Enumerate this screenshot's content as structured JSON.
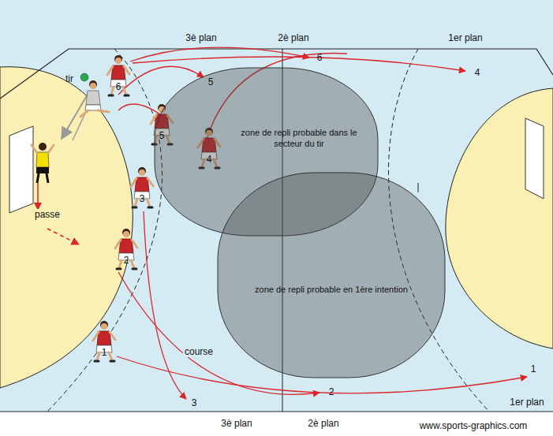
{
  "diagram": {
    "nodes": [
      {
        "text": [
          "zone de repli probable dans le secteur du tir"
        ]
      },
      {
        "text": [
          "zone de repli probable en 1ère intention"
        ]
      }
    ],
    "labels": [
      "3è plan",
      "2è plan",
      "1er plan",
      "6",
      "4",
      "5",
      "6",
      "tir",
      "5",
      "4",
      "3",
      "passe",
      "2",
      "1",
      "course",
      "2",
      "1",
      "3",
      "1er plan",
      "3è plan",
      "2è plan",
      "www.sports-graphics.com"
    ]
  }
}
